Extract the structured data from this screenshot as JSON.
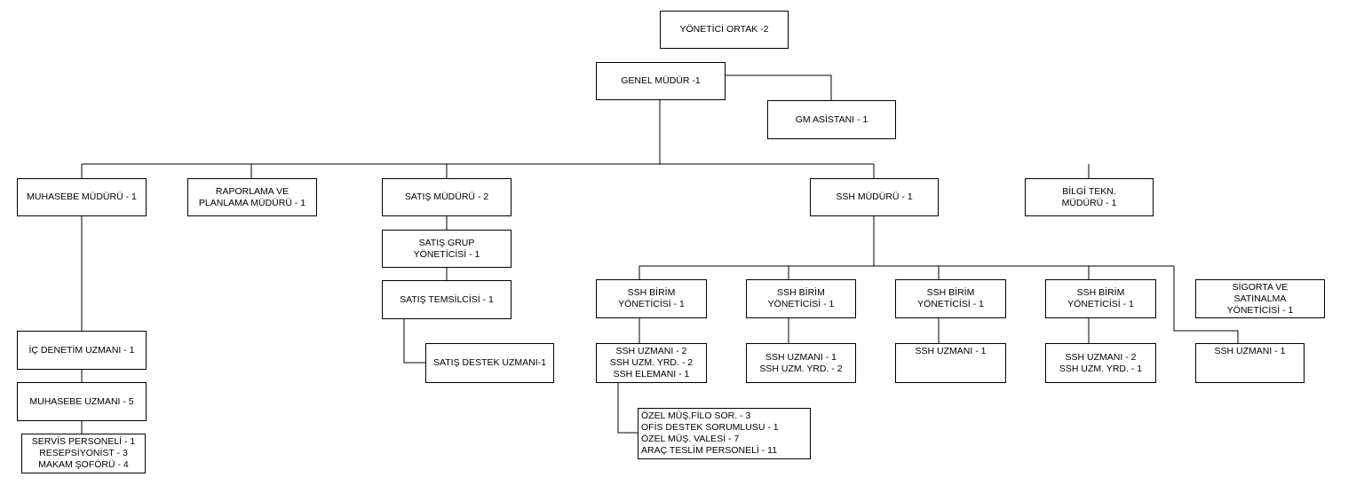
{
  "nodes": {
    "yonetici_ortak": [
      "YÖNETİCİ ORTAK -2"
    ],
    "genel_mudur": [
      "GENEL MÜDÜR -1"
    ],
    "gm_asistani": [
      "GM ASİSTANI - 1"
    ],
    "muhasebe_muduru": [
      "MUHASEBE MÜDÜRÜ - 1"
    ],
    "raporlama": [
      "RAPORLAMA VE",
      "PLANLAMA MÜDÜRÜ - 1"
    ],
    "satis_muduru": [
      "SATIŞ MÜDÜRÜ - 2"
    ],
    "ssh_muduru": [
      "SSH MÜDÜRÜ - 1"
    ],
    "bilgi_tekn": [
      "BİLGİ TEKN.",
      "MÜDÜRÜ - 1"
    ],
    "satis_grup": [
      "SATIŞ GRUP",
      "YÖNETİCİSİ - 1"
    ],
    "satis_temsilcisi": [
      "SATIŞ TEMSİLCİSİ - 1"
    ],
    "satis_destek": [
      "SATIŞ DESTEK UZMANI-1"
    ],
    "ic_denetim": [
      "İÇ DENETİM UZMANI - 1"
    ],
    "muhasebe_uzmani": [
      "MUHASEBE UZMANI - 5"
    ],
    "servis": [
      "SERVİS PERSONELİ - 1",
      "RESEPSİYONİST - 3",
      "MAKAM ŞOFÖRÜ - 4"
    ],
    "ssh_birim_1": [
      "SSH BİRİM",
      "YÖNETİCİSİ - 1"
    ],
    "ssh_birim_2": [
      "SSH BİRİM",
      "YÖNETİCİSİ - 1"
    ],
    "ssh_birim_3": [
      "SSH BİRİM",
      "YÖNETİCİSİ - 1"
    ],
    "ssh_birim_4": [
      "SSH BİRİM",
      "YÖNETİCİSİ - 1"
    ],
    "sigorta": [
      "SİGORTA VE",
      "SATINALMA",
      "YÖNETİCİSİ - 1"
    ],
    "ssh_uzman_1": [
      "SSH UZMANI - 2",
      "SSH UZM. YRD. - 2",
      "SSH ELEMANI - 1"
    ],
    "ssh_uzman_2": [
      "SSH UZMANI - 1",
      "SSH UZM. YRD. - 2"
    ],
    "ssh_uzman_3": [
      "SSH UZMANI - 1"
    ],
    "ssh_uzman_4": [
      "SSH UZMANI - 2",
      "SSH UZM. YRD. - 1"
    ],
    "ssh_uzman_5": [
      "SSH UZMANI - 1"
    ],
    "ozel": [
      "ÖZEL MÜŞ.FİLO SOR. - 3",
      "OFİS DESTEK SORUMLUSU - 1",
      "ÖZEL MÜŞ. VALESİ - 7",
      "ARAÇ TESLİM PERSONELİ - 11"
    ]
  }
}
